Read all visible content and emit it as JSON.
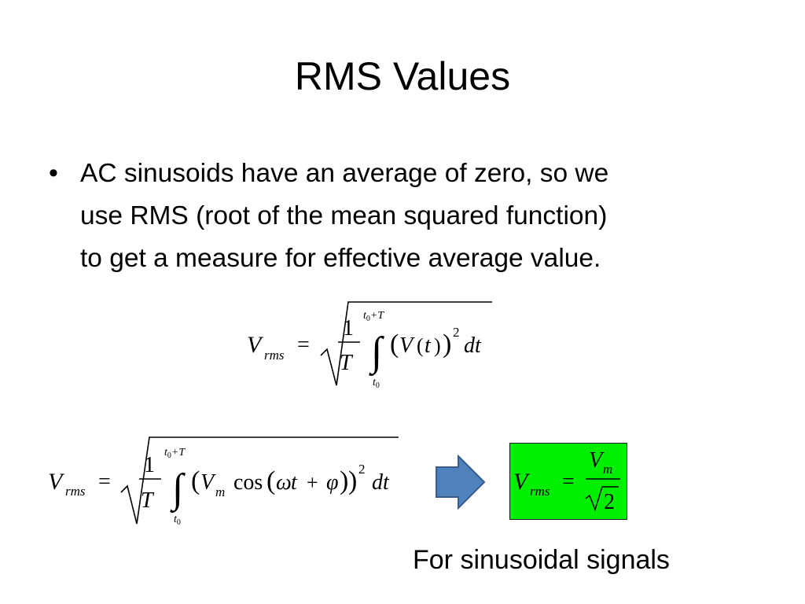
{
  "slide": {
    "title": "RMS Values",
    "bullet_marker": "•",
    "bullet_lines": [
      "AC sinusoids have an average of zero, so we",
      "use RMS (root of the mean squared function)",
      "to get a measure for effective average value."
    ],
    "caption": "For sinusoidal signals"
  },
  "equations": {
    "general": {
      "lhs_var": "V",
      "lhs_sub": "rms",
      "equals": "=",
      "frac_num": "1",
      "frac_den": "T",
      "integral": "∫",
      "upper_limit_t": "t",
      "upper_limit_sub": "0",
      "upper_limit_rest": "+T",
      "lower_limit_t": "t",
      "lower_limit_sub": "0",
      "open_paren": "(",
      "func": "V",
      "arg_open": "(",
      "arg": "t",
      "arg_close": ")",
      "close_paren": ")",
      "power": "2",
      "differential": "dt"
    },
    "sinusoid": {
      "lhs_var": "V",
      "lhs_sub": "rms",
      "equals": "=",
      "frac_num": "1",
      "frac_den": "T",
      "integral": "∫",
      "upper_limit_t": "t",
      "upper_limit_sub": "0",
      "upper_limit_rest": "+T",
      "lower_limit_t": "t",
      "lower_limit_sub": "0",
      "open_paren": "(",
      "amp_var": "V",
      "amp_sub": "m",
      "cos": "cos",
      "inner_open": "(",
      "omega": "ω",
      "t": "t",
      "plus": "+",
      "phi": "φ",
      "inner_close": ")",
      "close_paren": ")",
      "power": "2",
      "differential": "dt"
    },
    "result": {
      "lhs_var": "V",
      "lhs_sub": "rms",
      "equals": "=",
      "num_var": "V",
      "num_sub": "m",
      "den": "2"
    }
  },
  "colors": {
    "result_box": "#00ee00",
    "arrow_fill": "#4f81bd",
    "arrow_stroke": "#385d8a"
  }
}
